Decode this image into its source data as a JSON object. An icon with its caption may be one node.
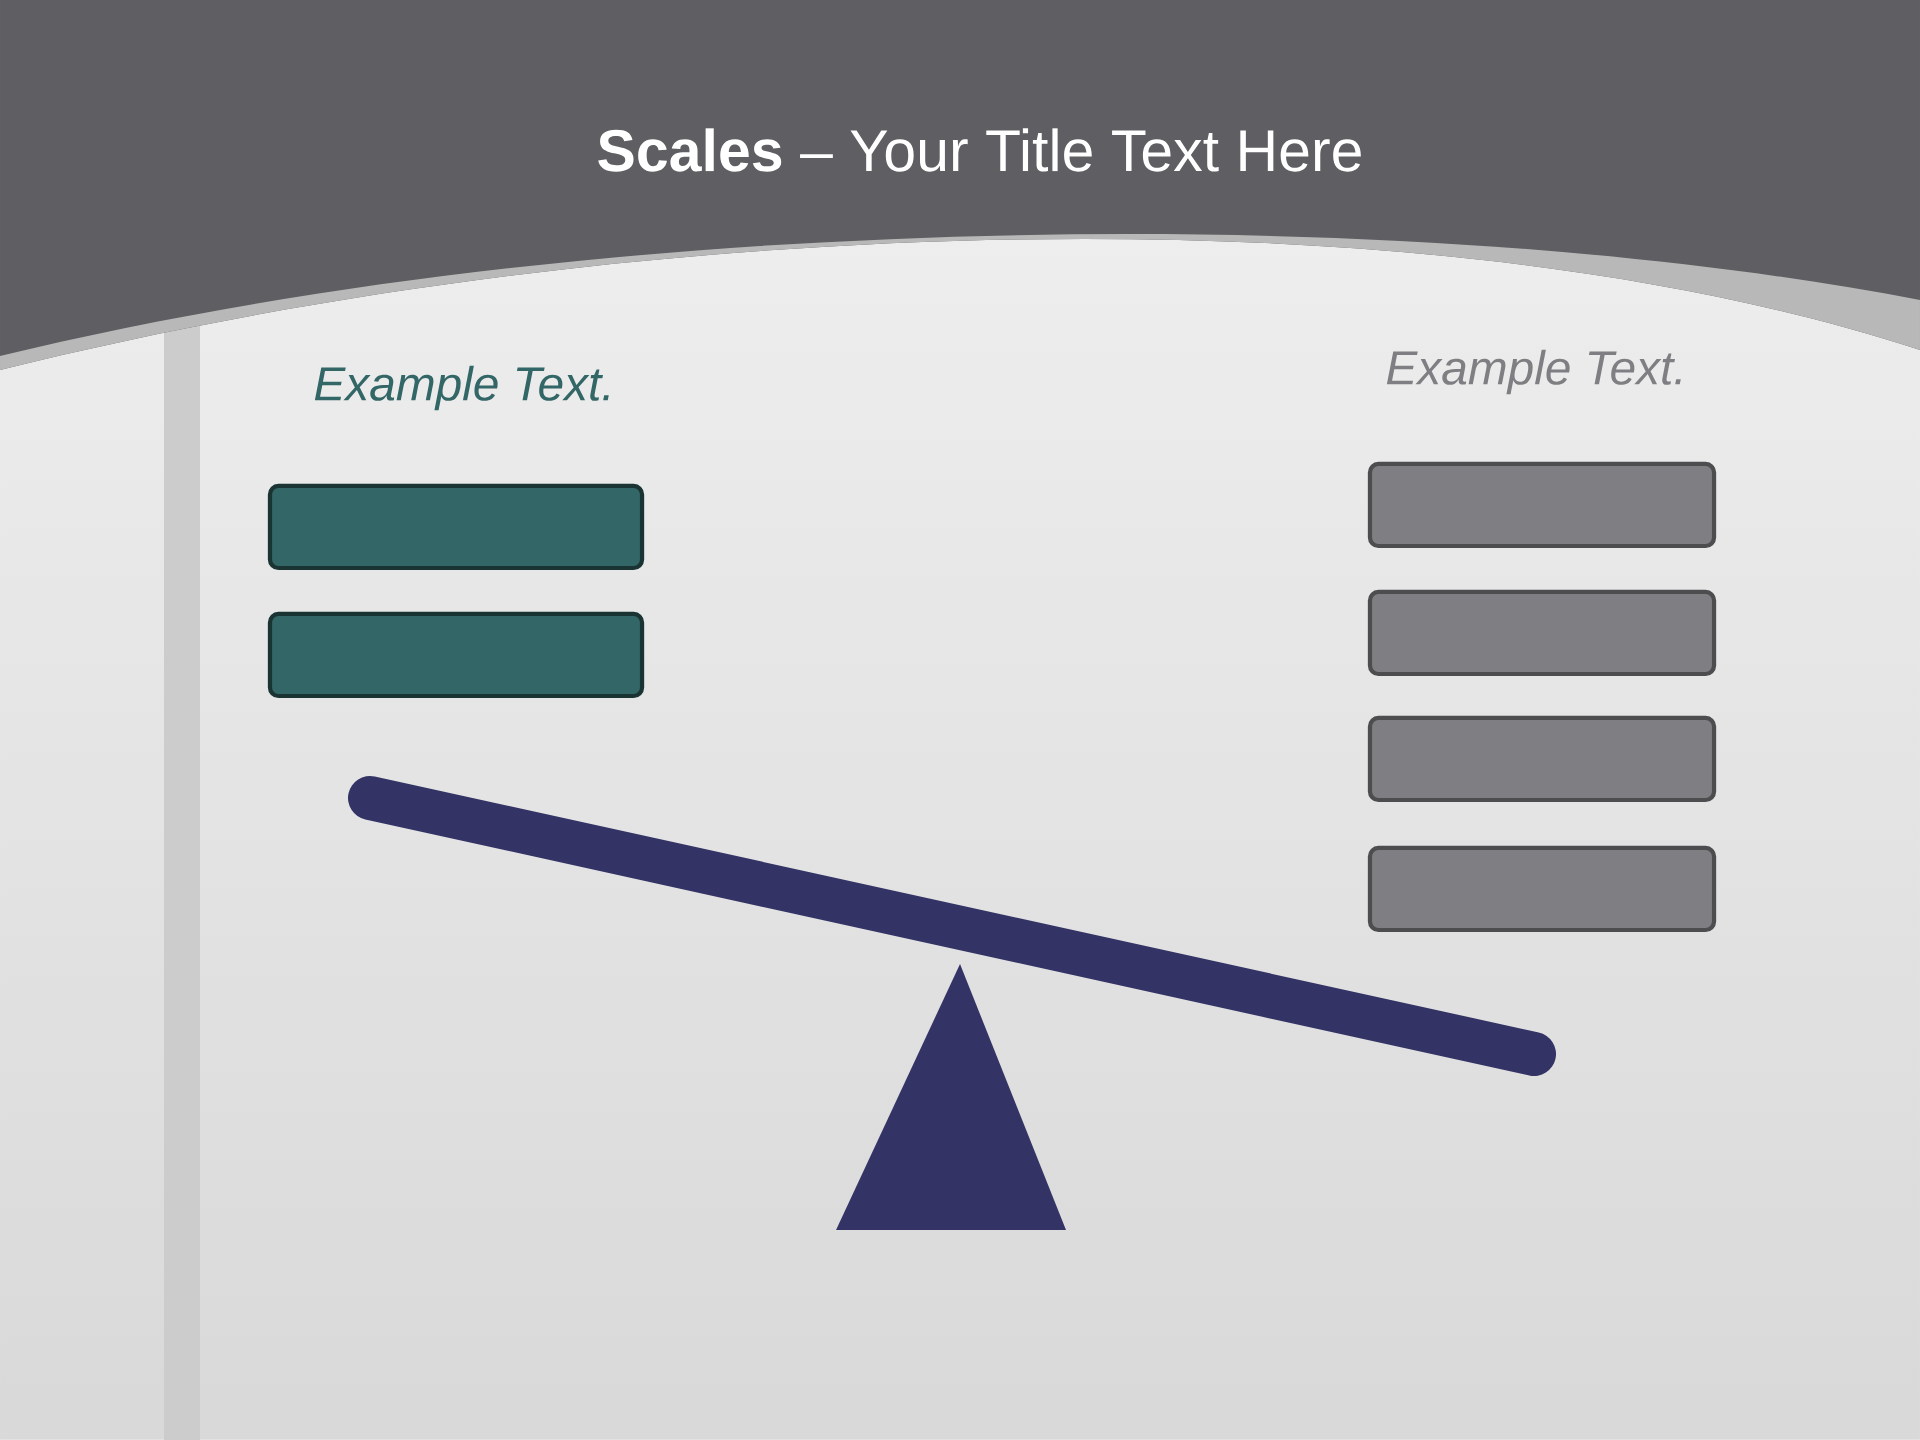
{
  "diagram": {
    "title": "**Scales** – Your Title Text Here",
    "nodes": [
      {
        "text": [],
        "shape": "box"
      },
      {
        "text": [],
        "shape": "box"
      },
      {
        "text": [],
        "shape": "box"
      },
      {
        "text": [],
        "shape": "box"
      },
      {
        "text": [],
        "shape": "box"
      },
      {
        "text": [],
        "shape": "box"
      }
    ],
    "labels": [
      "Example Text.",
      "Example Text."
    ]
  }
}
